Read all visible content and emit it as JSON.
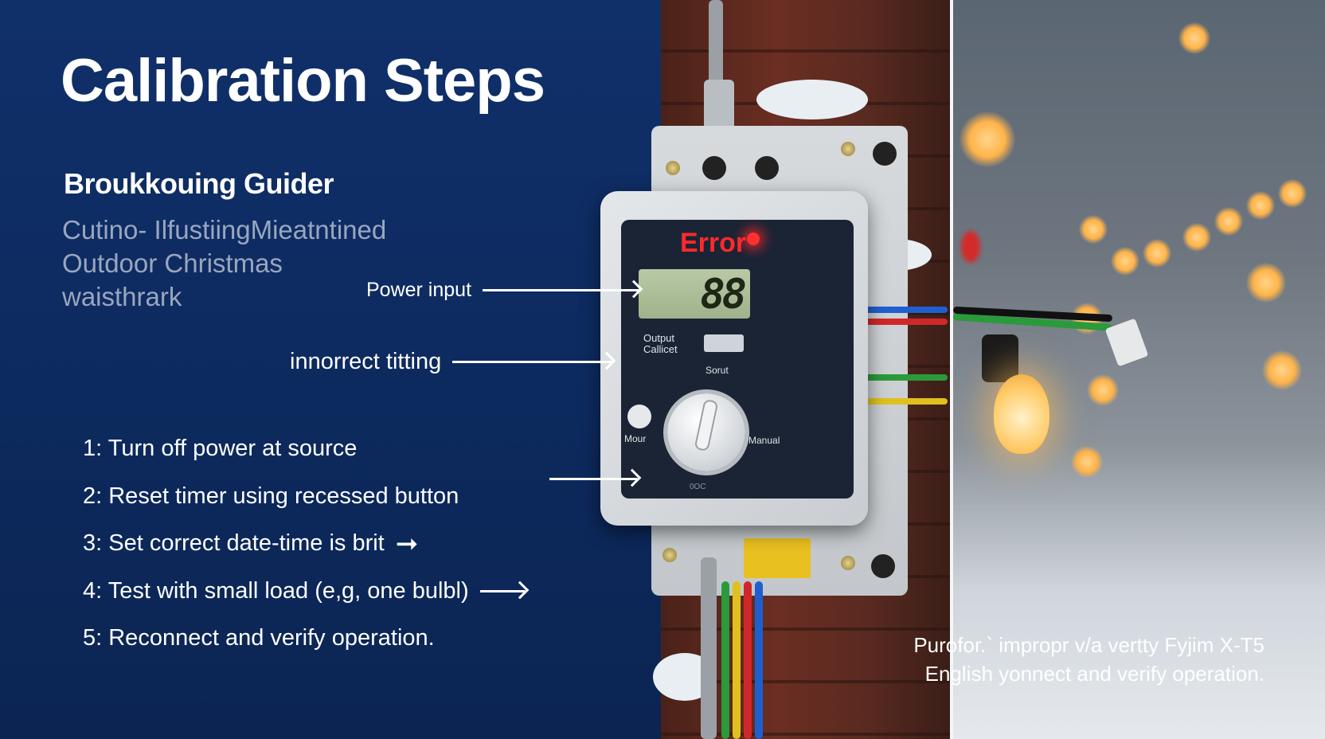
{
  "title": "Calibration Steps",
  "subtitle": "Broukkouing Guider",
  "description": [
    "Cutino- IlfustiingMieatntined",
    "Outdoor Christmas",
    "waisthrark"
  ],
  "callouts": {
    "power_input": "Power input",
    "incorrect_setting": "innorrect titting"
  },
  "steps": [
    "1: Turn off power at source",
    "2: Reset timer using recessed button",
    "3: Set correct date-time is brit",
    "4: Test with small load (e,g, one bulbl)",
    "5: Reconnect and verify operation."
  ],
  "device": {
    "display_label": "Error",
    "lcd_value": "88",
    "output_label": [
      "Output",
      "Callicet"
    ],
    "knob_top_label": "Sorut",
    "knob_left_label": "Mour",
    "knob_right_label": "Manual",
    "bottom_label": "0OC"
  },
  "caption": [
    "Purofor.` impropr v/a vertty Fyjim X-T5",
    "English yonnect  and verify operation."
  ],
  "colors": {
    "navy": "#0f2a55",
    "error_red": "#ff2a2a",
    "white": "#ffffff"
  }
}
